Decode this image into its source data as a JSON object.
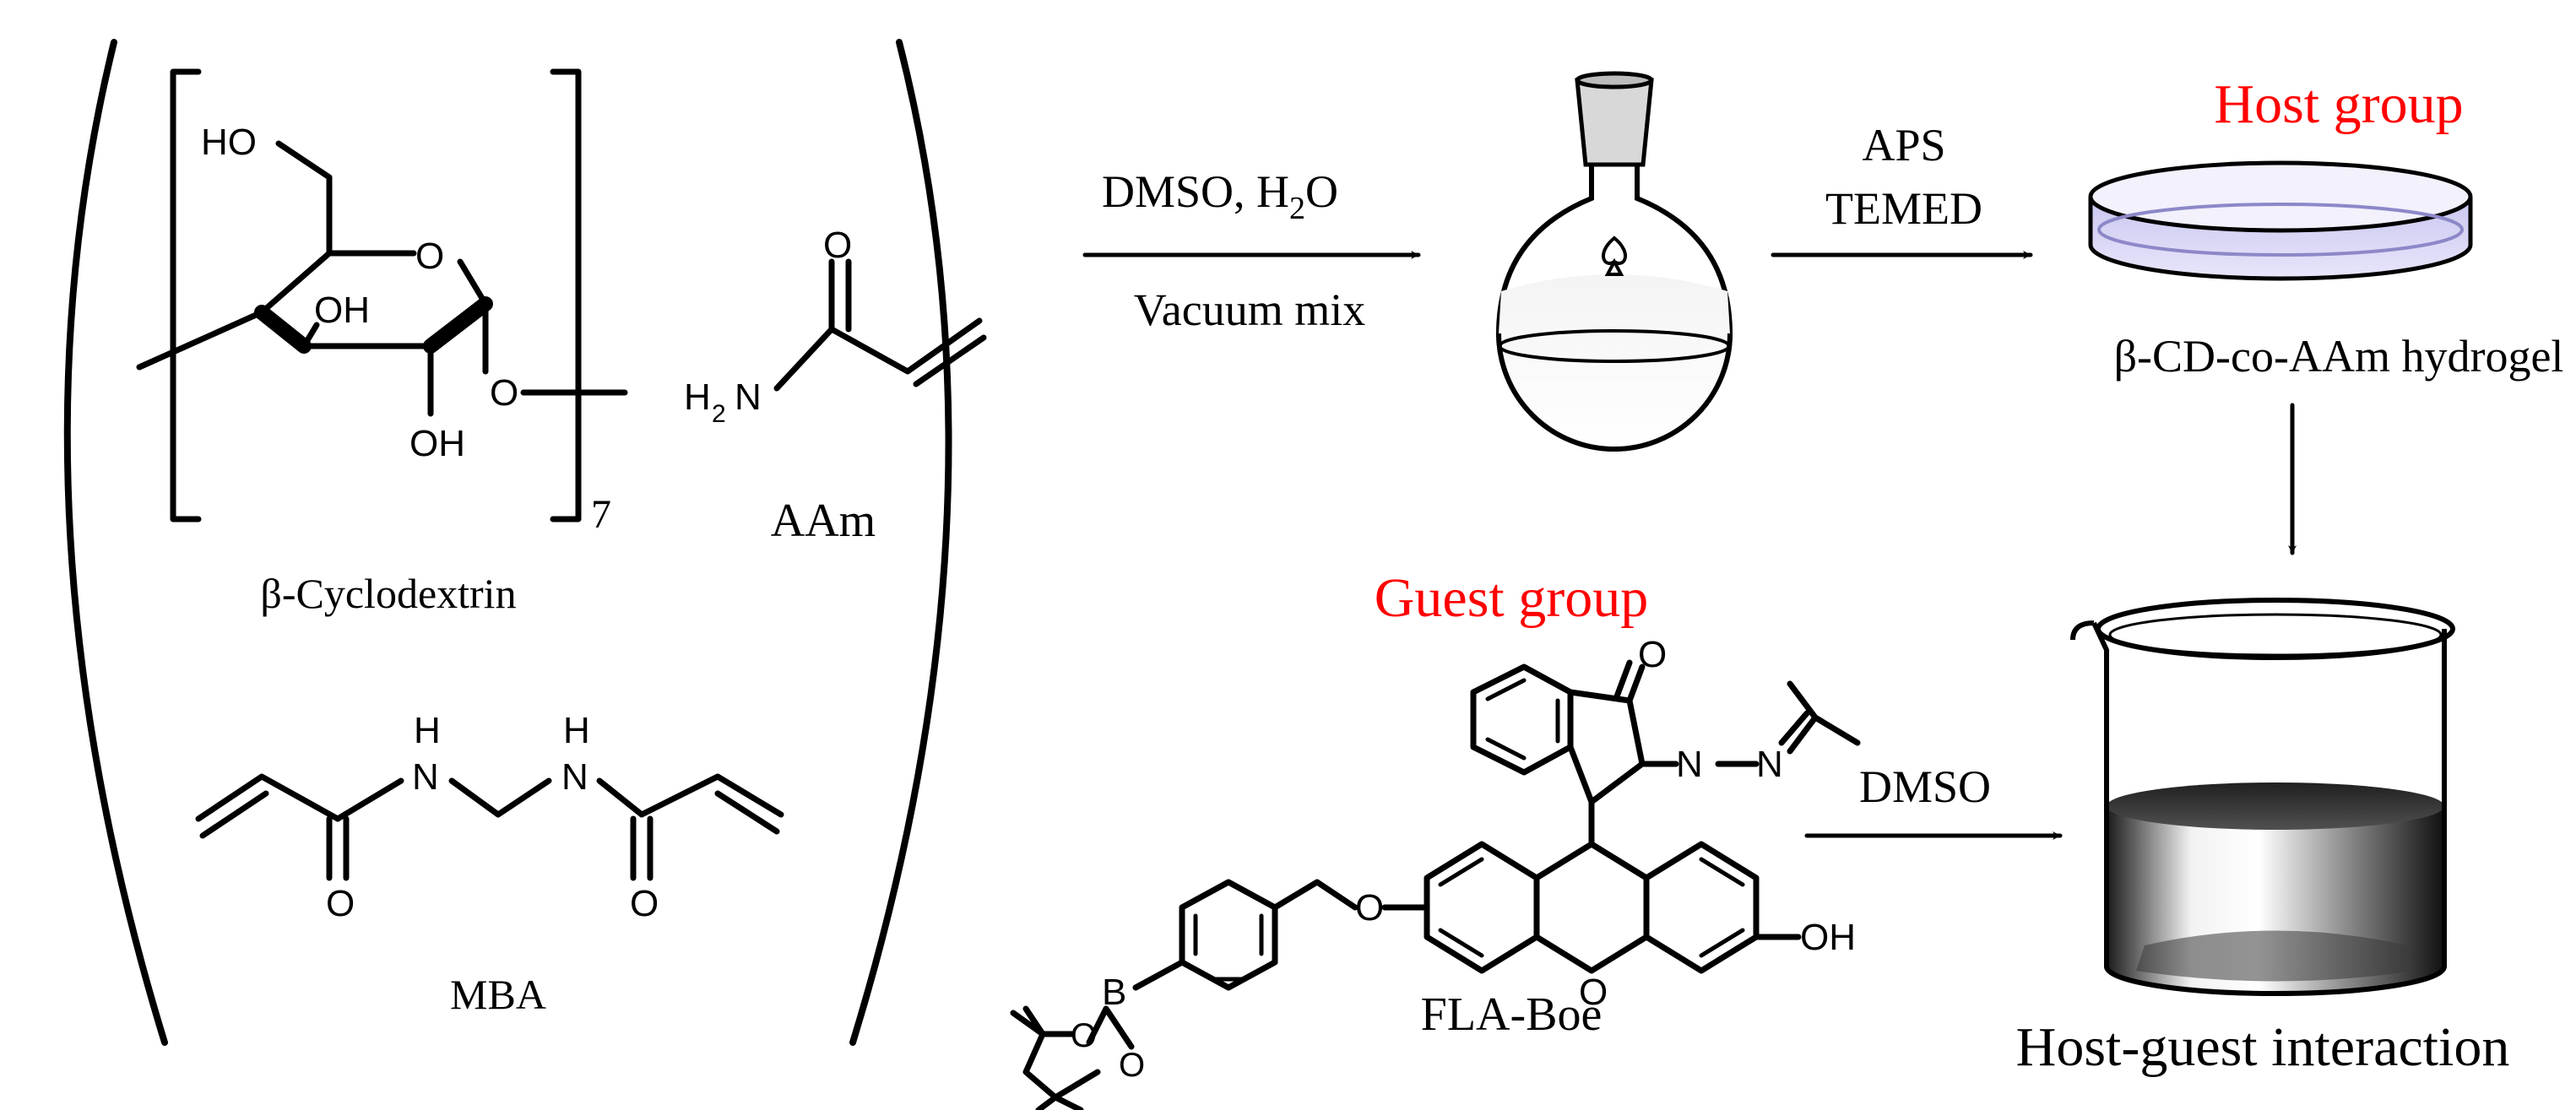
{
  "reagents": {
    "cyclodextrin": {
      "name": "β-Cyclodextrin",
      "repeat": "7",
      "atoms": {
        "ho": "HO",
        "o_ring": "O",
        "oh_inner": "OH",
        "oh_lower": "OH",
        "o_link": "O"
      }
    },
    "aam": {
      "name": "AAm",
      "atoms": {
        "o": "O",
        "nh2": "H",
        "nh2_n": "N",
        "nh2_sub": "2"
      }
    },
    "mba": {
      "name": "MBA",
      "atoms": {
        "h1": "H",
        "n1": "N",
        "h2": "H",
        "n2": "N",
        "o1": "O",
        "o2": "O"
      }
    }
  },
  "step1": {
    "top_label": "DMSO, H",
    "top_sub": "2",
    "top_end": "O",
    "bottom_label": "Vacuum mix"
  },
  "step2": {
    "line1": "APS",
    "line2": "TEMED"
  },
  "host": {
    "heading": "Host group",
    "caption": "β-CD-co-AAm hydrogel",
    "heading_color": "#ff0000"
  },
  "guest": {
    "heading": "Guest group",
    "heading_color": "#ff0000",
    "name": "FLA-Boe",
    "atoms": {
      "o_carbonyl": "O",
      "n1": "N",
      "n2": "N",
      "o_xanthene": "O",
      "oh": "OH",
      "o_ether": "O",
      "b": "B",
      "o_b1": "O",
      "o_b2": "O"
    }
  },
  "step3": {
    "label": "DMSO"
  },
  "result": {
    "caption": "Host-guest interaction"
  },
  "icons": [
    "round-bottom-flask-icon",
    "petri-dish-icon",
    "beaker-icon"
  ]
}
